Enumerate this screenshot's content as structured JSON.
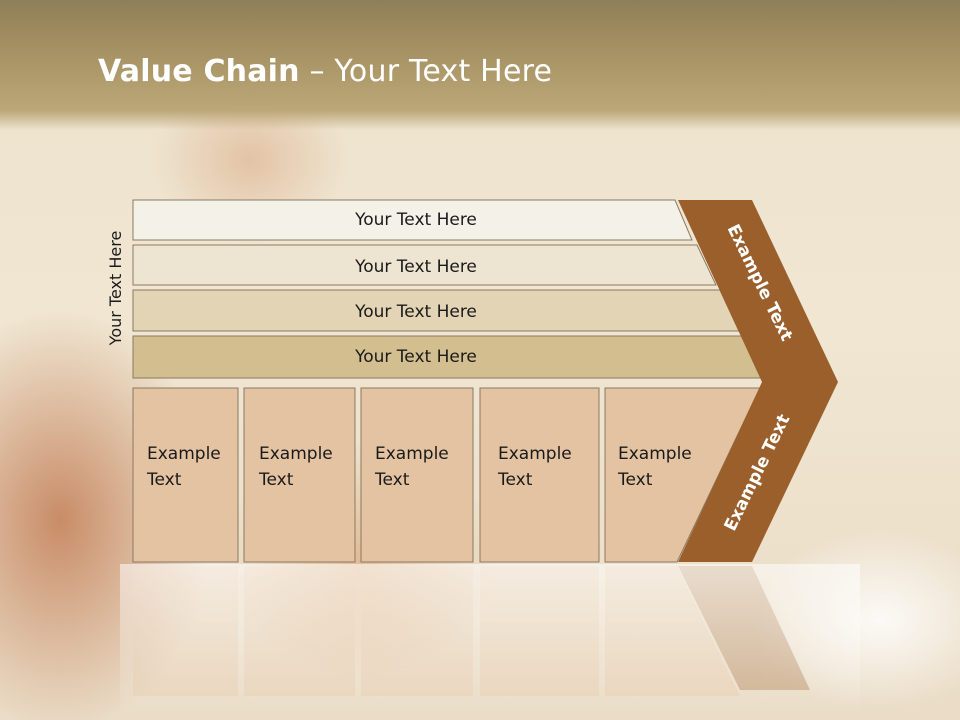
{
  "title": {
    "bold": "Value Chain",
    "rest": " – Your Text Here"
  },
  "side_label": "Your Text Here",
  "rows": [
    {
      "label": "Your Text Here",
      "fill": "#f4f1e8"
    },
    {
      "label": "Your Text Here",
      "fill": "#ede5d2"
    },
    {
      "label": "Your Text Here",
      "fill": "#e2d4b4"
    },
    {
      "label": "Your Text Here",
      "fill": "#d2be8f"
    }
  ],
  "boxes": [
    {
      "line1": "Example",
      "line2": "Text"
    },
    {
      "line1": "Example",
      "line2": "Text"
    },
    {
      "line1": "Example",
      "line2": "Text"
    },
    {
      "line1": "Example",
      "line2": "Text"
    },
    {
      "line1": "Example",
      "line2": "Text"
    }
  ],
  "chevron_labels": {
    "upper": "Example Text",
    "lower": "Example Text"
  },
  "colors": {
    "chevron": "#9b5f2c",
    "box_fill": "#e3c3a1",
    "stroke": "#8a7a62"
  }
}
